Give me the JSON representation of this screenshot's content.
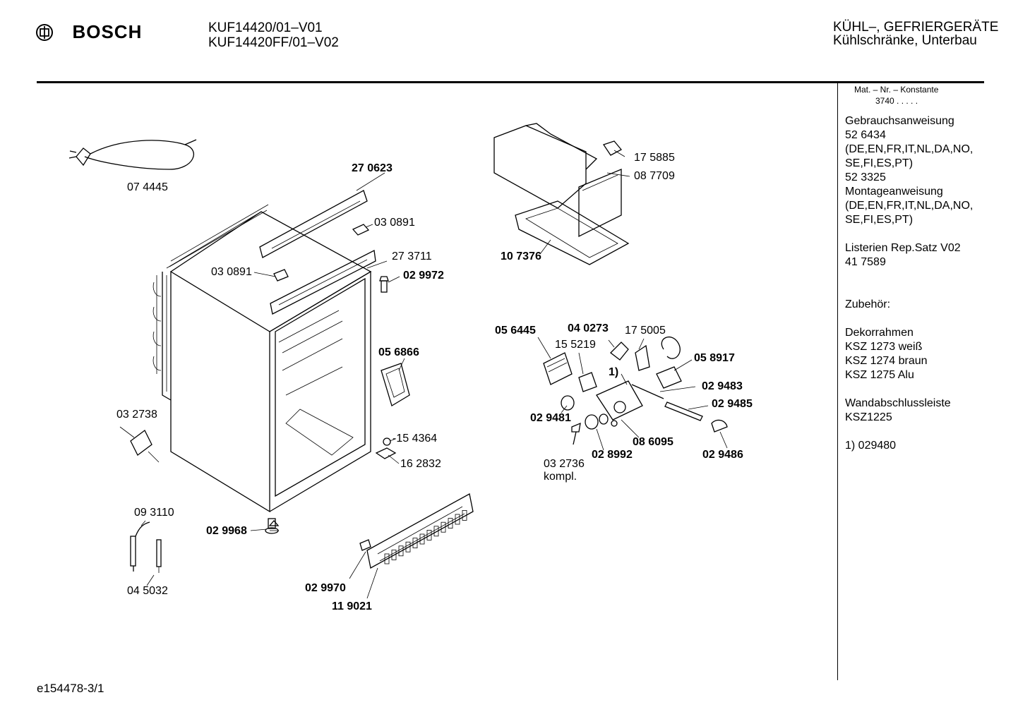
{
  "header": {
    "brand": "BOSCH",
    "models": [
      "KUF14420/01–V01",
      "KUF14420FF/01–V02"
    ],
    "category": "KÜHL–, GEFRIERGERÄTE",
    "subcategory": "Kühlschränke, Unterbau"
  },
  "sidebar": {
    "mat_nr_label": "Mat. – Nr. – Konstante",
    "mat_nr_value": "3740 .  .  .  .  .",
    "lines": [
      "Gebrauchsanweisung",
      "52 6434",
      "(DE,EN,FR,IT,NL,DA,NO,",
      "SE,FI,ES,PT)",
      "52 3325",
      "Montageanweisung",
      "(DE,EN,FR,IT,NL,DA,NO,",
      "SE,FI,ES,PT)",
      "",
      "Listerien Rep.Satz V02",
      "41 7589",
      "",
      "",
      "Zubehör:",
      "",
      "Dekorrahmen",
      "KSZ 1273 weiß",
      "KSZ 1274 braun",
      "KSZ 1275 Alu",
      "",
      "Wandabschlussleiste",
      "KSZ1225",
      "",
      "1) 029480"
    ]
  },
  "parts": [
    {
      "id": "074445",
      "text": "07 4445",
      "bold": false
    },
    {
      "id": "270623",
      "text": "27 0623",
      "bold": true
    },
    {
      "id": "030891a",
      "text": "03 0891",
      "bold": false
    },
    {
      "id": "273711",
      "text": "27 3711",
      "bold": false
    },
    {
      "id": "030891b",
      "text": "03 0891",
      "bold": false
    },
    {
      "id": "029972",
      "text": "02 9972",
      "bold": true
    },
    {
      "id": "056866",
      "text": "05 6866",
      "bold": true
    },
    {
      "id": "032738",
      "text": "03 2738",
      "bold": false
    },
    {
      "id": "154364",
      "text": "-15 4364",
      "bold": false
    },
    {
      "id": "162832",
      "text": "16 2832",
      "bold": false
    },
    {
      "id": "093110",
      "text": "09 3110",
      "bold": false
    },
    {
      "id": "029968",
      "text": "02 9968",
      "bold": true
    },
    {
      "id": "045032",
      "text": "04 5032",
      "bold": false
    },
    {
      "id": "029970",
      "text": "02 9970",
      "bold": true
    },
    {
      "id": "119021",
      "text": "11 9021",
      "bold": true
    },
    {
      "id": "175885",
      "text": "17 5885",
      "bold": false
    },
    {
      "id": "087709",
      "text": "08 7709",
      "bold": false
    },
    {
      "id": "107376",
      "text": "10 7376",
      "bold": true
    },
    {
      "id": "056445",
      "text": "05 6445",
      "bold": true
    },
    {
      "id": "040273",
      "text": "04 0273",
      "bold": true
    },
    {
      "id": "175005",
      "text": "17 5005",
      "bold": false
    },
    {
      "id": "155219",
      "text": "15 5219",
      "bold": false
    },
    {
      "id": "058917",
      "text": "05 8917",
      "bold": true
    },
    {
      "id": "note1",
      "text": "1)",
      "bold": true
    },
    {
      "id": "029483",
      "text": "02 9483",
      "bold": true
    },
    {
      "id": "029485",
      "text": "02 9485",
      "bold": true
    },
    {
      "id": "029481",
      "text": "02 9481",
      "bold": true
    },
    {
      "id": "028992",
      "text": "02 8992",
      "bold": true
    },
    {
      "id": "086095",
      "text": "08 6095",
      "bold": true
    },
    {
      "id": "029486",
      "text": "02 9486",
      "bold": true
    },
    {
      "id": "032736",
      "text": "03 2736",
      "bold": false
    },
    {
      "id": "kompl",
      "text": "kompl.",
      "bold": false
    }
  ],
  "footer": {
    "doc_id": "e154478-3/1"
  }
}
